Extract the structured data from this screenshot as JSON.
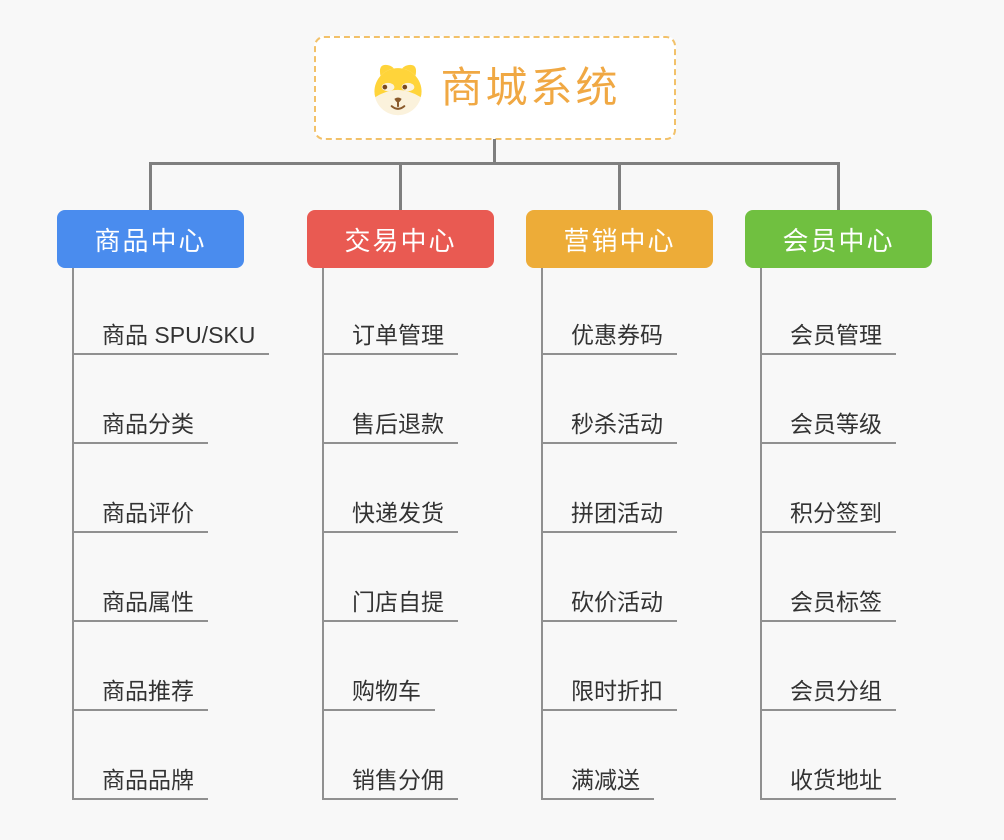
{
  "root": {
    "title": "商城系统",
    "icon": "dog-face-icon",
    "accent_color": "#F0A843",
    "border_color": "#F2C169"
  },
  "colors": {
    "background": "#F8F8F8",
    "connector": "#7F7F7F",
    "leaf_line": "#909090",
    "leaf_text": "#333333"
  },
  "branches": [
    {
      "label": "商品中心",
      "color": "#4A8CEE",
      "items": [
        "商品 SPU/SKU",
        "商品分类",
        "商品评价",
        "商品属性",
        "商品推荐",
        "商品品牌"
      ]
    },
    {
      "label": "交易中心",
      "color": "#E95A52",
      "items": [
        "订单管理",
        "售后退款",
        "快递发货",
        "门店自提",
        "购物车",
        "销售分佣"
      ]
    },
    {
      "label": "营销中心",
      "color": "#EDAC38",
      "items": [
        "优惠券码",
        "秒杀活动",
        "拼团活动",
        "砍价活动",
        "限时折扣",
        "满减送"
      ]
    },
    {
      "label": "会员中心",
      "color": "#70C040",
      "items": [
        "会员管理",
        "会员等级",
        "积分签到",
        "会员标签",
        "会员分组",
        "收货地址"
      ]
    }
  ]
}
